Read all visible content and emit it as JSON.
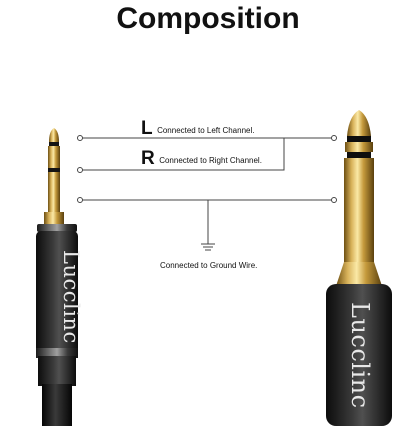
{
  "title": "Composition",
  "left_channel": {
    "letter": "L",
    "text": "Connected to Left Channel."
  },
  "right_channel": {
    "letter": "R",
    "text": "Connected to Right Channel."
  },
  "ground": {
    "text": "Connected to Ground Wire."
  },
  "brand_left": "Lucclinc",
  "brand_right": "Lucclinc",
  "colors": {
    "gold": "#c9a14a",
    "black_jack": "#1a1a1a",
    "line": "#444444"
  }
}
